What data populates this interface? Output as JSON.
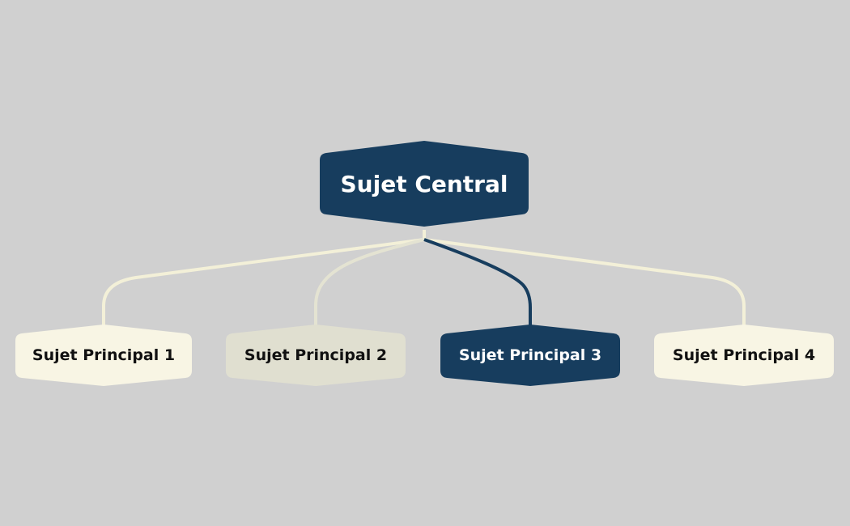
{
  "diagram": {
    "background_color": "#d0d0d0",
    "central": {
      "label": "Sujet Central",
      "fill": "#173d5e",
      "text_color": "#ffffff"
    },
    "topics": [
      {
        "label": "Sujet Principal 1",
        "fill": "#f8f5e4",
        "text_color": "#111111",
        "connector_color": "#f3f0d8"
      },
      {
        "label": "Sujet Principal 2",
        "fill": "#e0dfd0",
        "text_color": "#111111",
        "connector_color": "#e4e3d2"
      },
      {
        "label": "Sujet Principal 3",
        "fill": "#173d5e",
        "text_color": "#ffffff",
        "connector_color": "#173d5e"
      },
      {
        "label": "Sujet Principal 4",
        "fill": "#f8f5e4",
        "text_color": "#111111",
        "connector_color": "#f3f0d8"
      }
    ]
  }
}
